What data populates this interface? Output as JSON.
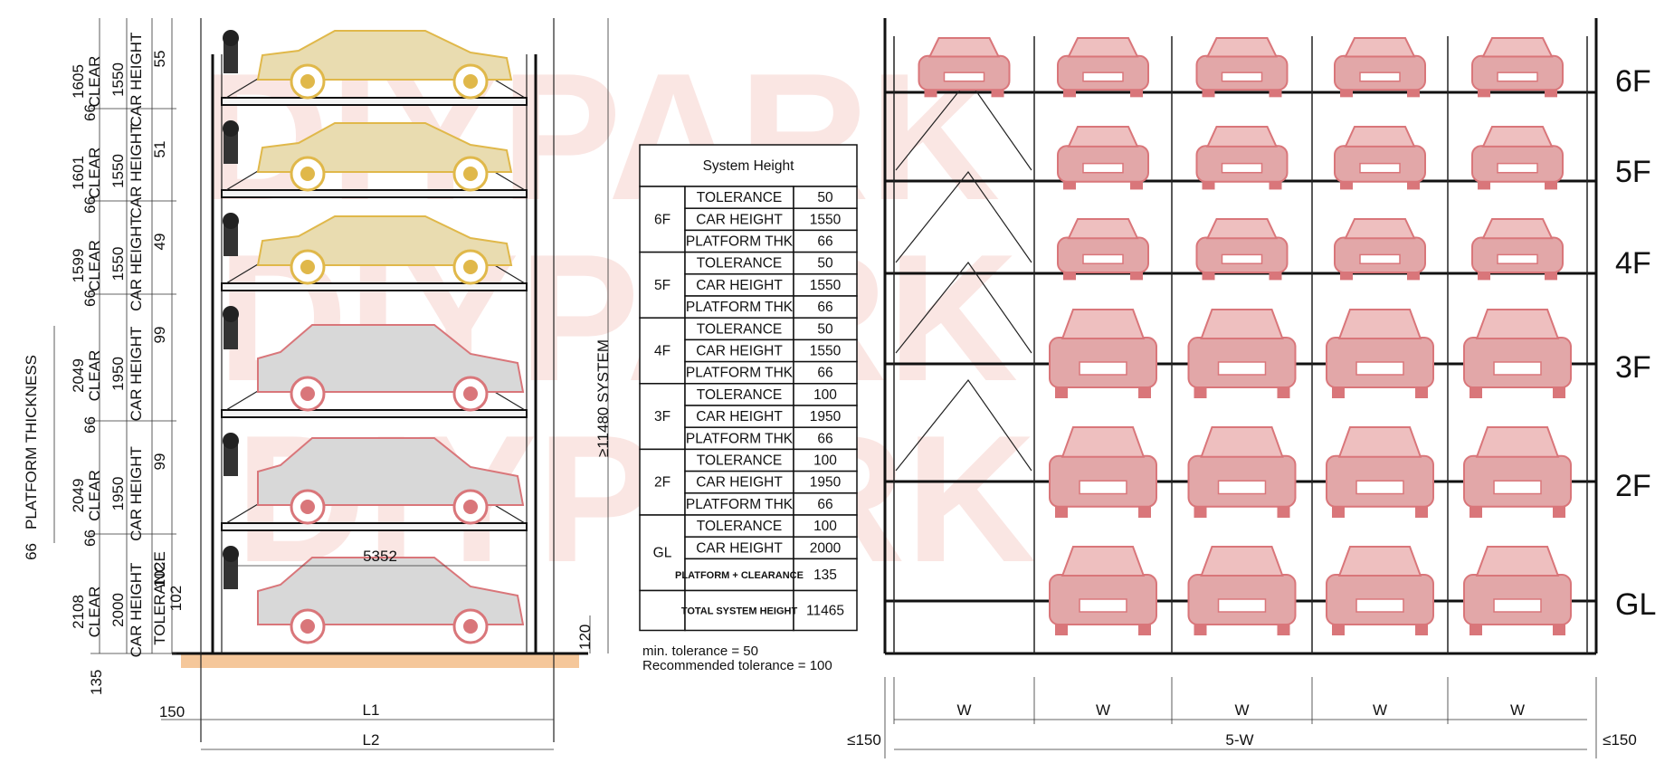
{
  "watermark": "DIYPARK",
  "left_view": {
    "levels": [
      {
        "clear": "1605",
        "clear_label": "CLEAR",
        "car_height": "1550",
        "car_label": "CAR HEIGHT",
        "gap": "55"
      },
      {
        "clear": "1601",
        "clear_label": "CLEAR",
        "car_height": "1550",
        "car_label": "CAR HEIGHT",
        "gap": "51"
      },
      {
        "clear": "1599",
        "clear_label": "CLEAR",
        "car_height": "1550",
        "car_label": "CAR HEIGHT",
        "gap": "49"
      },
      {
        "clear": "2049",
        "clear_label": "CLEAR",
        "car_height": "1950",
        "car_label": "CAR HEIGHT",
        "gap": "99"
      },
      {
        "clear": "2049",
        "clear_label": "CLEAR",
        "car_height": "1950",
        "car_label": "CAR HEIGHT",
        "gap": "99"
      },
      {
        "clear": "2108",
        "clear_label": "CLEAR",
        "car_height": "2000",
        "car_label": "CAR HEIGHT",
        "gap": "102",
        "gap_label": "TOLERANCE"
      }
    ],
    "platform_gap": "66",
    "platform_thickness_label": "PLATFORM THICKNESS",
    "platform_thickness_value": "66",
    "system_label": "≥11480 SYSTEM",
    "car_length": "5352",
    "bottom_135": "135",
    "right_120": "120",
    "left_150": "150",
    "l1": "L1",
    "l2": "L2"
  },
  "table": {
    "title": "System Height",
    "floors": [
      {
        "floor": "6F",
        "rows": [
          [
            "TOLERANCE",
            "50"
          ],
          [
            "CAR HEIGHT",
            "1550"
          ],
          [
            "PLATFORM THK",
            "66"
          ]
        ]
      },
      {
        "floor": "5F",
        "rows": [
          [
            "TOLERANCE",
            "50"
          ],
          [
            "CAR HEIGHT",
            "1550"
          ],
          [
            "PLATFORM THK",
            "66"
          ]
        ]
      },
      {
        "floor": "4F",
        "rows": [
          [
            "TOLERANCE",
            "50"
          ],
          [
            "CAR HEIGHT",
            "1550"
          ],
          [
            "PLATFORM THK",
            "66"
          ]
        ]
      },
      {
        "floor": "3F",
        "rows": [
          [
            "TOLERANCE",
            "100"
          ],
          [
            "CAR HEIGHT",
            "1950"
          ],
          [
            "PLATFORM THK",
            "66"
          ]
        ]
      },
      {
        "floor": "2F",
        "rows": [
          [
            "TOLERANCE",
            "100"
          ],
          [
            "CAR HEIGHT",
            "1950"
          ],
          [
            "PLATFORM THK",
            "66"
          ]
        ]
      },
      {
        "floor": "GL",
        "rows": [
          [
            "TOLERANCE",
            "100"
          ],
          [
            "CAR HEIGHT",
            "2000"
          ],
          [
            "PLATFORM + CLEARANCE",
            "135"
          ]
        ]
      }
    ],
    "total_label": "TOTAL SYSTEM HEIGHT",
    "total_value": "11465",
    "note1": "min. tolerance = 50",
    "note2": "Recommended tolerance = 100"
  },
  "right_view": {
    "floor_labels": [
      "6F",
      "5F",
      "4F",
      "3F",
      "2F",
      "GL"
    ],
    "column_labels": [
      "W",
      "W",
      "W",
      "W",
      "W"
    ],
    "total_width": "5-W",
    "left_margin": "≤150",
    "right_margin": "≤150"
  },
  "colors": {
    "sedan": "#e0b84a",
    "suv": "#d9767a",
    "frame": "#111111",
    "watermark": "#f3b9b2",
    "ground": "#f0a050"
  }
}
